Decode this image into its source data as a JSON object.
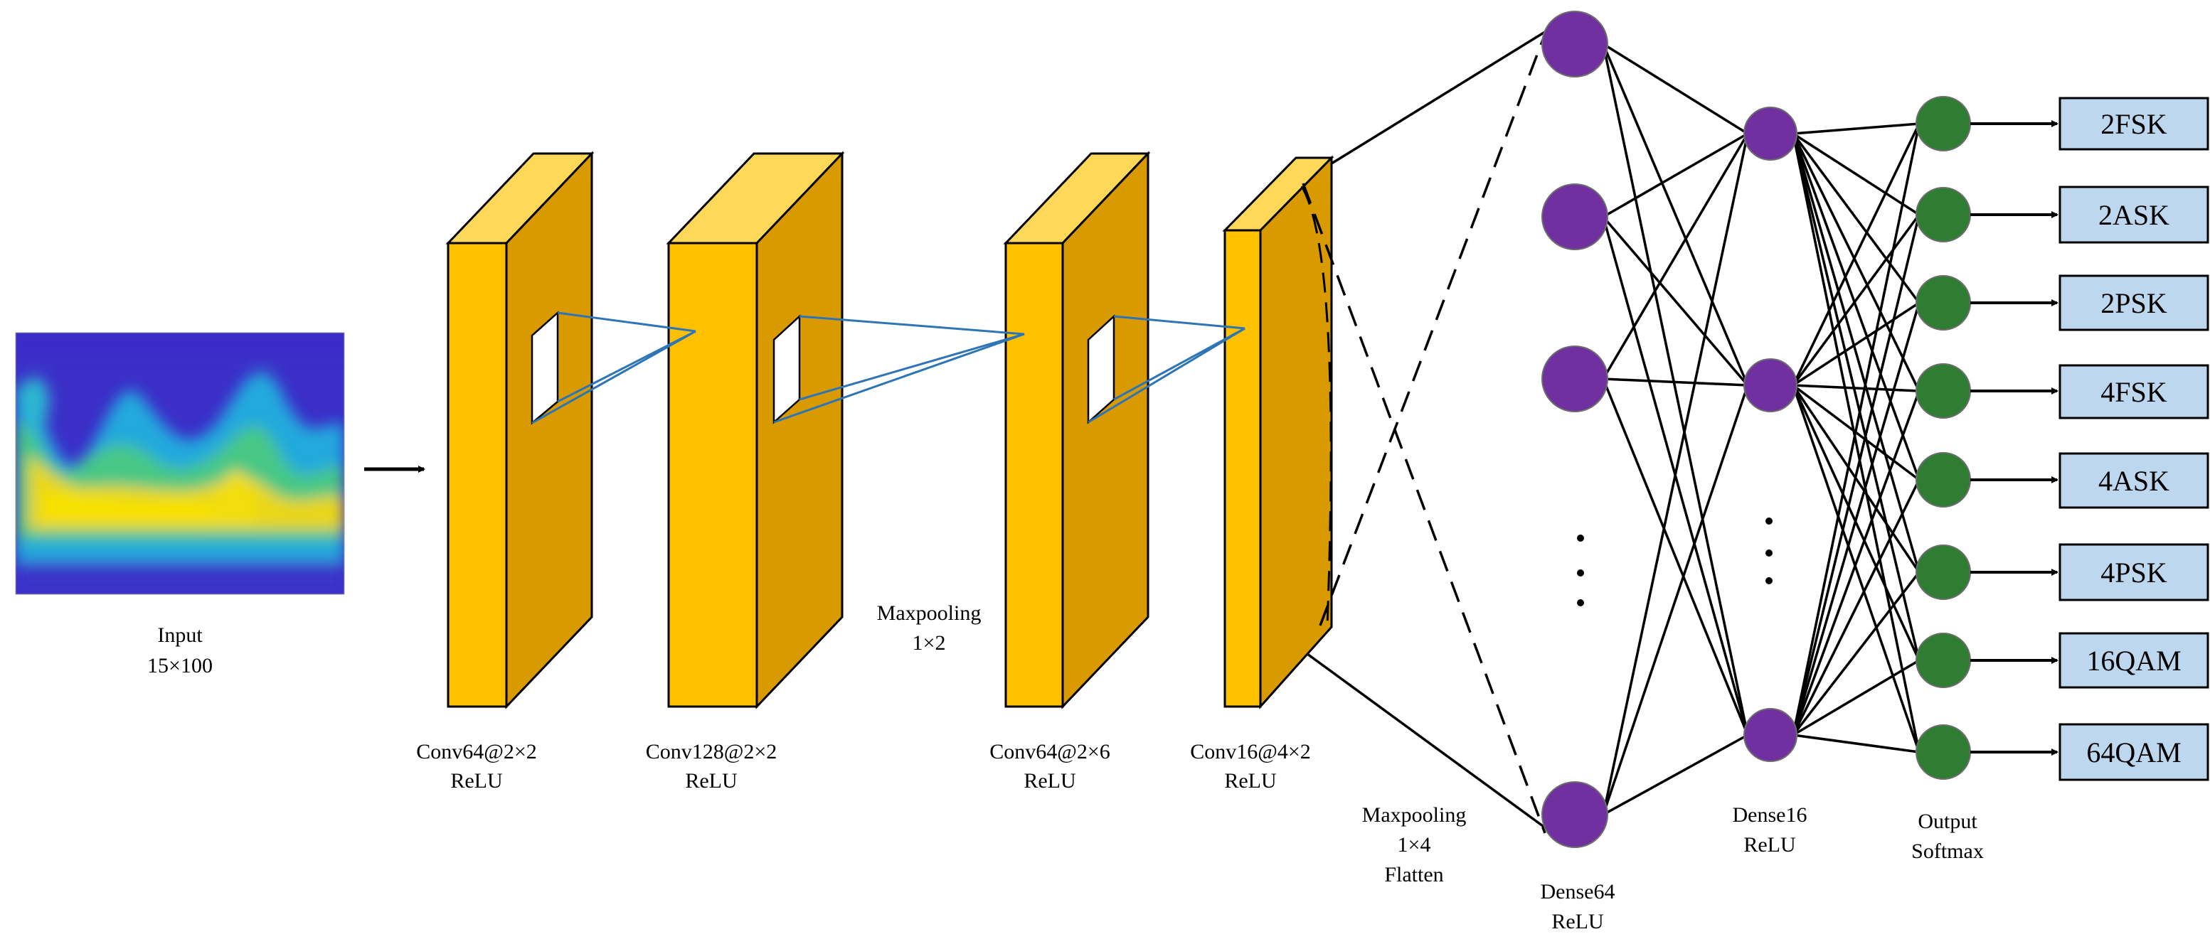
{
  "colors": {
    "block_front": "#FFC000",
    "block_side": "#D99A00",
    "block_top": "#FFD85A",
    "kernel_line": "#2E75B6",
    "dense_node": "#7030A0",
    "output_node": "#2E7D32",
    "class_box_fill": "#BDD7EE",
    "line": "#000000"
  },
  "input": {
    "label": "Input",
    "size": "15×100"
  },
  "layers": {
    "conv1": {
      "name": "Conv64@2×2",
      "activation": "ReLU"
    },
    "conv2": {
      "name": "Conv128@2×2",
      "activation": "ReLU"
    },
    "pool1": {
      "name": "Maxpooling",
      "size": "1×2"
    },
    "conv3": {
      "name": "Conv64@2×6",
      "activation": "ReLU"
    },
    "conv4": {
      "name": "Conv16@4×2",
      "activation": "ReLU"
    },
    "pool2": {
      "name": "Maxpooling",
      "size": "1×4",
      "extra": "Flatten"
    },
    "dense64": {
      "name": "Dense64",
      "activation": "ReLU"
    },
    "dense16": {
      "name": "Dense16",
      "activation": "ReLU"
    },
    "output": {
      "name": "Output",
      "activation": "Softmax"
    }
  },
  "classes": [
    "2FSK",
    "2ASK",
    "2PSK",
    "4FSK",
    "4ASK",
    "4PSK",
    "16QAM",
    "64QAM"
  ]
}
